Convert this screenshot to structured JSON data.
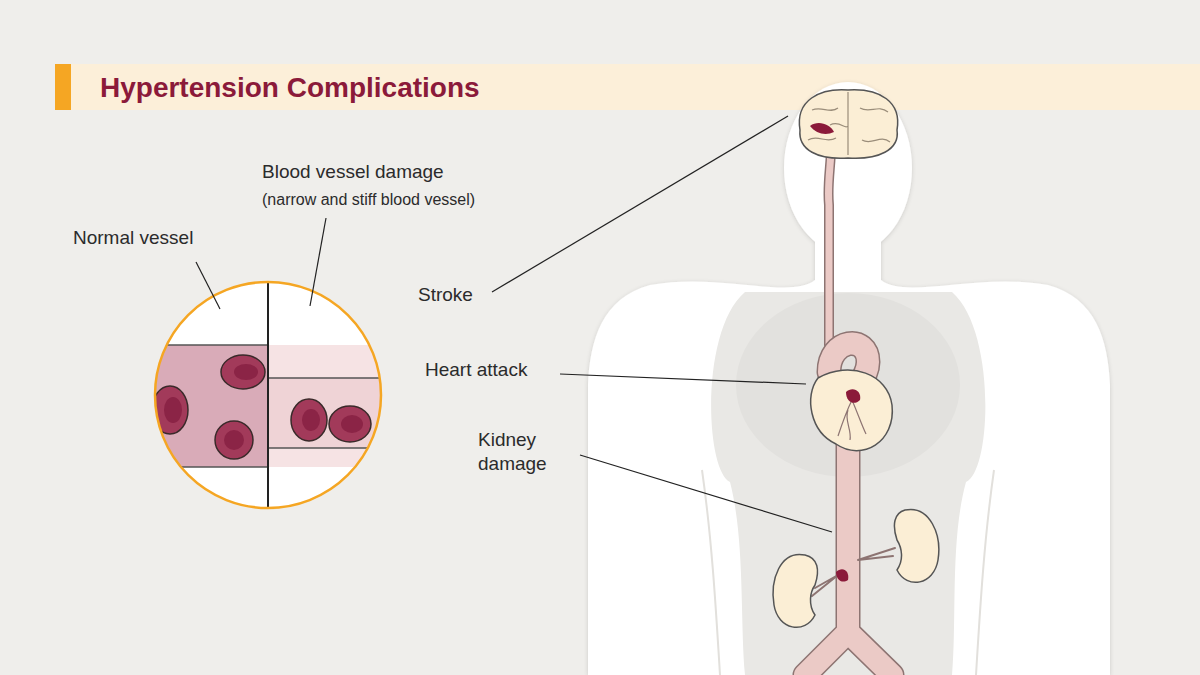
{
  "diagram": {
    "title": "Hypertension Complications",
    "labels": [
      "Normal vessel",
      "Blood vessel damage",
      "(narrow and stiff blood vessel)",
      "Stroke",
      "Heart attack",
      "Kidney damage"
    ]
  }
}
